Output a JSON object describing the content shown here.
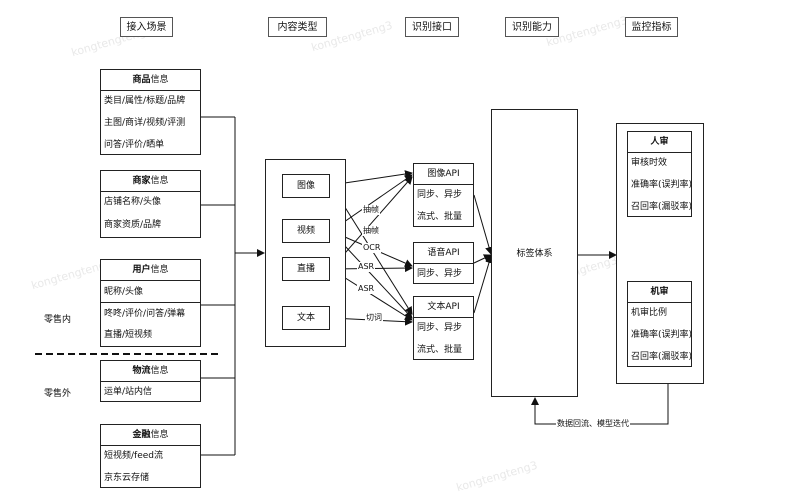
{
  "watermark": "kongtengteng3",
  "headers": [
    "接入场景",
    "内容类型",
    "识别接口",
    "识别能力",
    "监控指标"
  ],
  "sources": [
    {
      "title_bold": "商品",
      "title_rest": "信息",
      "rows": [
        "类目/属性/标题/品牌",
        "主图/商详/视频/评测",
        "问答/评价/晒单"
      ]
    },
    {
      "title_bold": "商家",
      "title_rest": "信息",
      "rows": [
        "店铺名称/头像",
        "商家资质/品牌"
      ]
    },
    {
      "title_bold": "用户",
      "title_rest": "信息",
      "rows": [
        "昵称/头像",
        "咚咚/评价/问答/弹幕",
        "直播/短视频"
      ]
    },
    {
      "title_bold": "物流",
      "title_rest": "信息",
      "rows": [
        "运单/站内信"
      ]
    },
    {
      "title_bold": "金融",
      "title_rest": "信息",
      "rows": [
        "短视频/feed流",
        "京东云存储"
      ]
    }
  ],
  "side_labels": {
    "retail_in": "零售内",
    "retail_out": "零售外"
  },
  "content_types": [
    "图像",
    "视频",
    "直播",
    "文本"
  ],
  "apis": [
    {
      "title": "图像API",
      "rows": [
        "同步、异步",
        "流式、批量"
      ]
    },
    {
      "title": "语音API",
      "rows": [
        "同步、异步"
      ]
    },
    {
      "title": "文本API",
      "rows": [
        "同步、异步",
        "流式、批量"
      ]
    }
  ],
  "edge_labels": {
    "video_to_image": "抽帧",
    "live_to_image": "抽帧",
    "live_ocr": "OCR",
    "video_asr": "ASR",
    "live_asr": "ASR",
    "text_cut": "切词"
  },
  "capability": "标签体系",
  "monitor": {
    "human": {
      "title": "人审",
      "rows": [
        "审核时效",
        "准确率(误判率)",
        "召回率(漏驳率)"
      ]
    },
    "machine": {
      "title": "机审",
      "rows": [
        "机审比例",
        "准确率(误判率)",
        "召回率(漏驳率)"
      ]
    }
  },
  "feedback": "数据回流、模型迭代"
}
